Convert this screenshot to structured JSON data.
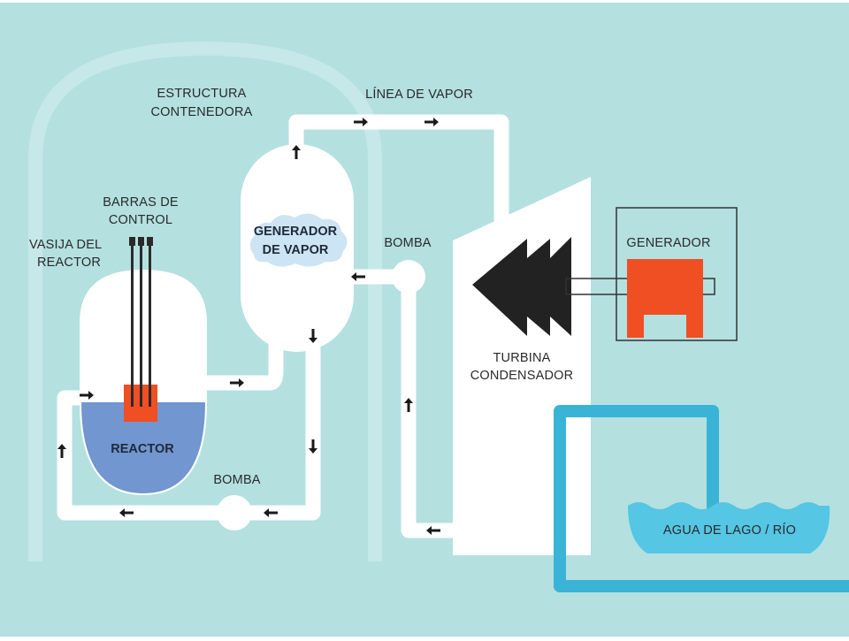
{
  "labels": {
    "containment_line1": "ESTRUCTURA",
    "containment_line2": "CONTENEDORA",
    "steam_line": "LÍNEA DE VAPOR",
    "control_rods_line1": "BARRAS DE",
    "control_rods_line2": "CONTROL",
    "vessel_line1": "VASIJA DEL",
    "vessel_line2": "REACTOR",
    "steam_gen_line1": "GENERADOR",
    "steam_gen_line2": "DE VAPOR",
    "pump_upper": "BOMBA",
    "pump_lower": "BOMBA",
    "reactor": "REACTOR",
    "generator": "GENERADOR",
    "turbine_line1": "TURBINA",
    "turbine_line2": "CONDENSADOR",
    "lake_water": "AGUA DE LAGO / RÍO"
  },
  "colors": {
    "background": "#b4e0e0",
    "containment": "#c6e8e8",
    "pipe": "#ffffff",
    "reactor_water": "#7196d0",
    "reactor_core": "#f04e23",
    "generator_body": "#f04e23",
    "cooling_water": "#3ab4d6",
    "lake": "#55c6e4",
    "turbine": "#222222",
    "arrow": "#1a1a1a"
  }
}
